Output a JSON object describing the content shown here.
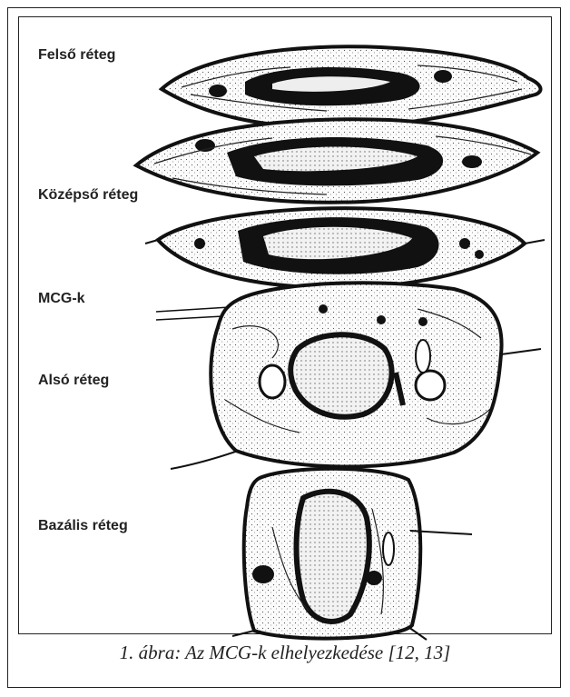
{
  "labels": {
    "upper": "Felső réteg",
    "middle": "Középső réteg",
    "mcg": "MCG-k",
    "lower": "Alsó réteg",
    "basal": "Bazális réteg"
  },
  "caption": "1. ábra: Az MCG-k elhelyezkedése [12, 13]"
}
